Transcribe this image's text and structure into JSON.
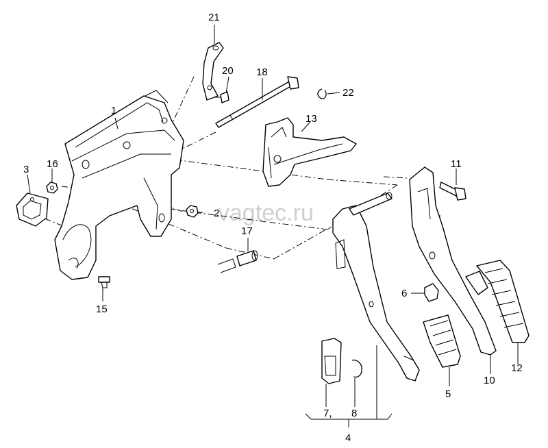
{
  "watermark": "vagtec.ru",
  "callouts": {
    "c1": "1",
    "c2": "2",
    "c3": "3",
    "c4": "4",
    "c5": "5",
    "c6": "6",
    "c7": "7,",
    "c8": "8",
    "c10": "10",
    "c11": "11",
    "c12": "12",
    "c13": "13",
    "c15": "15",
    "c16": "16",
    "c17": "17",
    "c18": "18",
    "c20": "20",
    "c21": "21",
    "c22": "22"
  }
}
